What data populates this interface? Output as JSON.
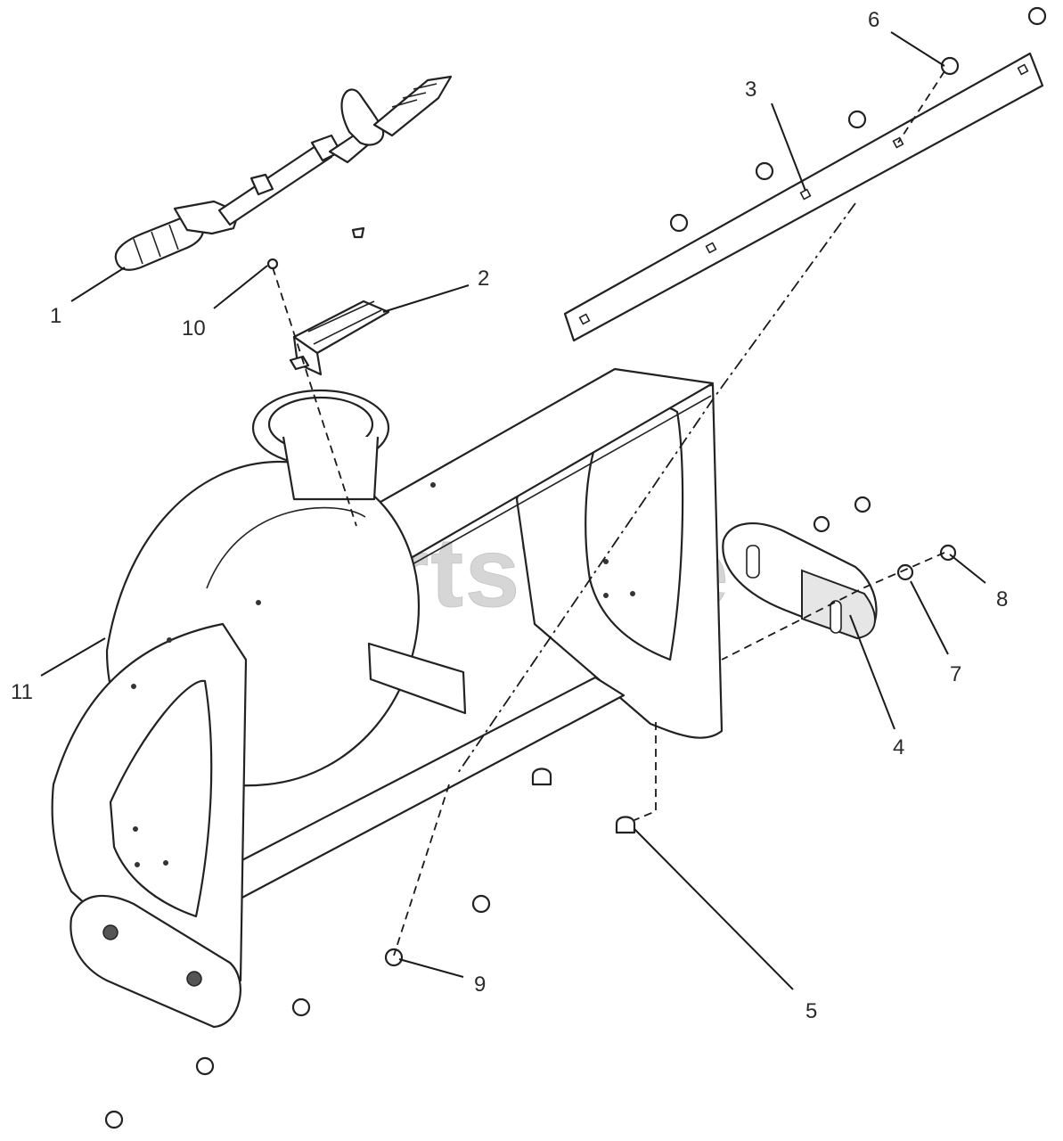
{
  "watermark": "PartsTree",
  "callouts": [
    {
      "id": "1",
      "label": "1"
    },
    {
      "id": "2",
      "label": "2"
    },
    {
      "id": "3",
      "label": "3"
    },
    {
      "id": "4",
      "label": "4"
    },
    {
      "id": "5",
      "label": "5"
    },
    {
      "id": "6",
      "label": "6"
    },
    {
      "id": "7",
      "label": "7"
    },
    {
      "id": "8",
      "label": "8"
    },
    {
      "id": "9",
      "label": "9"
    },
    {
      "id": "10",
      "label": "10"
    },
    {
      "id": "11",
      "label": "11"
    }
  ]
}
